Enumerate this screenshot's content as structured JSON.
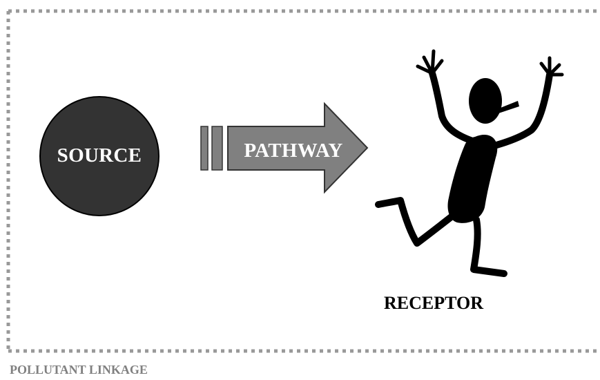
{
  "diagram": {
    "source": {
      "label": "SOURCE",
      "fill": "#333333"
    },
    "pathway": {
      "label": "PATHWAY",
      "fill": "#808080"
    },
    "receptor": {
      "label": "RECEPTOR",
      "figure": "stick-figure-person"
    },
    "caption": "POLLUTANT LINKAGE",
    "colors": {
      "border": "#999999",
      "caption": "#808080",
      "figure": "#000000"
    }
  }
}
